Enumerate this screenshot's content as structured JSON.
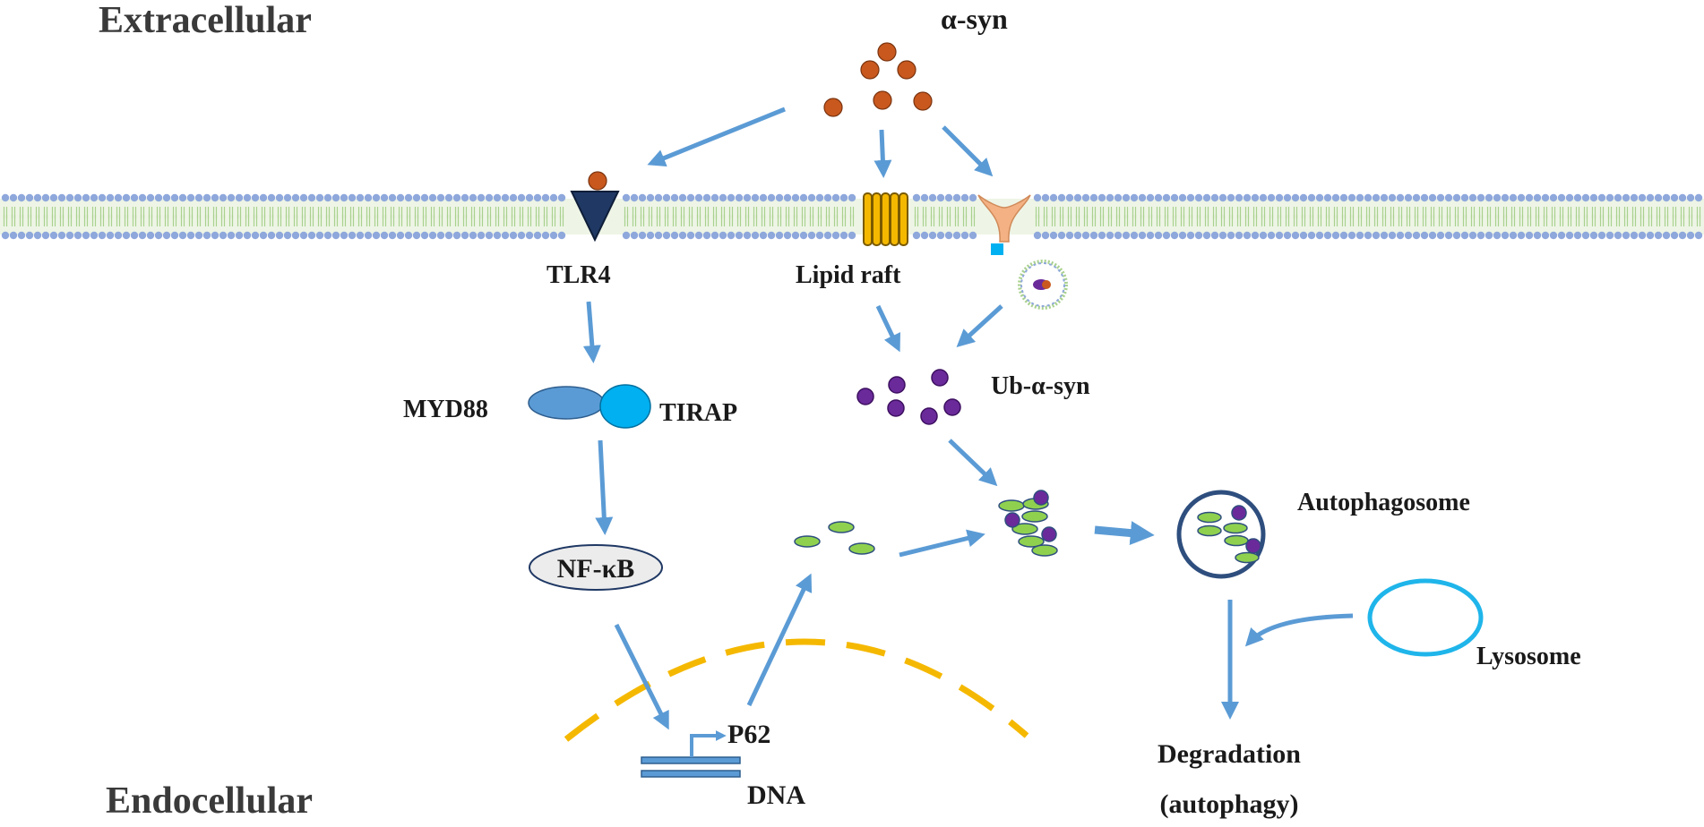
{
  "regions": {
    "extracellular": "Extracellular",
    "endocellular": "Endocellular"
  },
  "labels": {
    "alpha_syn": "α-syn",
    "tlr4": "TLR4",
    "lipid_raft": "Lipid raft",
    "myd88": "MYD88",
    "tirap": "TIRAP",
    "nfkb": "NF-κB",
    "ub_alpha_syn": "Ub-α-syn",
    "autophagosome": "Autophagosome",
    "lysosome": "Lysosome",
    "p62": "P62",
    "dna": "DNA",
    "degradation": "Degradation",
    "autophagy": "(autophagy)"
  },
  "colors": {
    "arrow": "#5b9bd5",
    "alpha_syn_particle": "#c8581e",
    "ub_particle": "#6a2a9a",
    "p62_particle": "#8fd14f",
    "membrane_head": "#8fa8dc",
    "membrane_tail": "#a9d18e",
    "tlr4": "#1f3864",
    "lipid_raft": "#f5b800",
    "endocytic_receptor": "#f4b183",
    "tirap": "#00b0f0",
    "myd88": "#5b9bd5",
    "nucleus_envelope": "#f5b800",
    "lysosome": "#1fb5ea",
    "autophagosome": "#2e4e7e"
  }
}
